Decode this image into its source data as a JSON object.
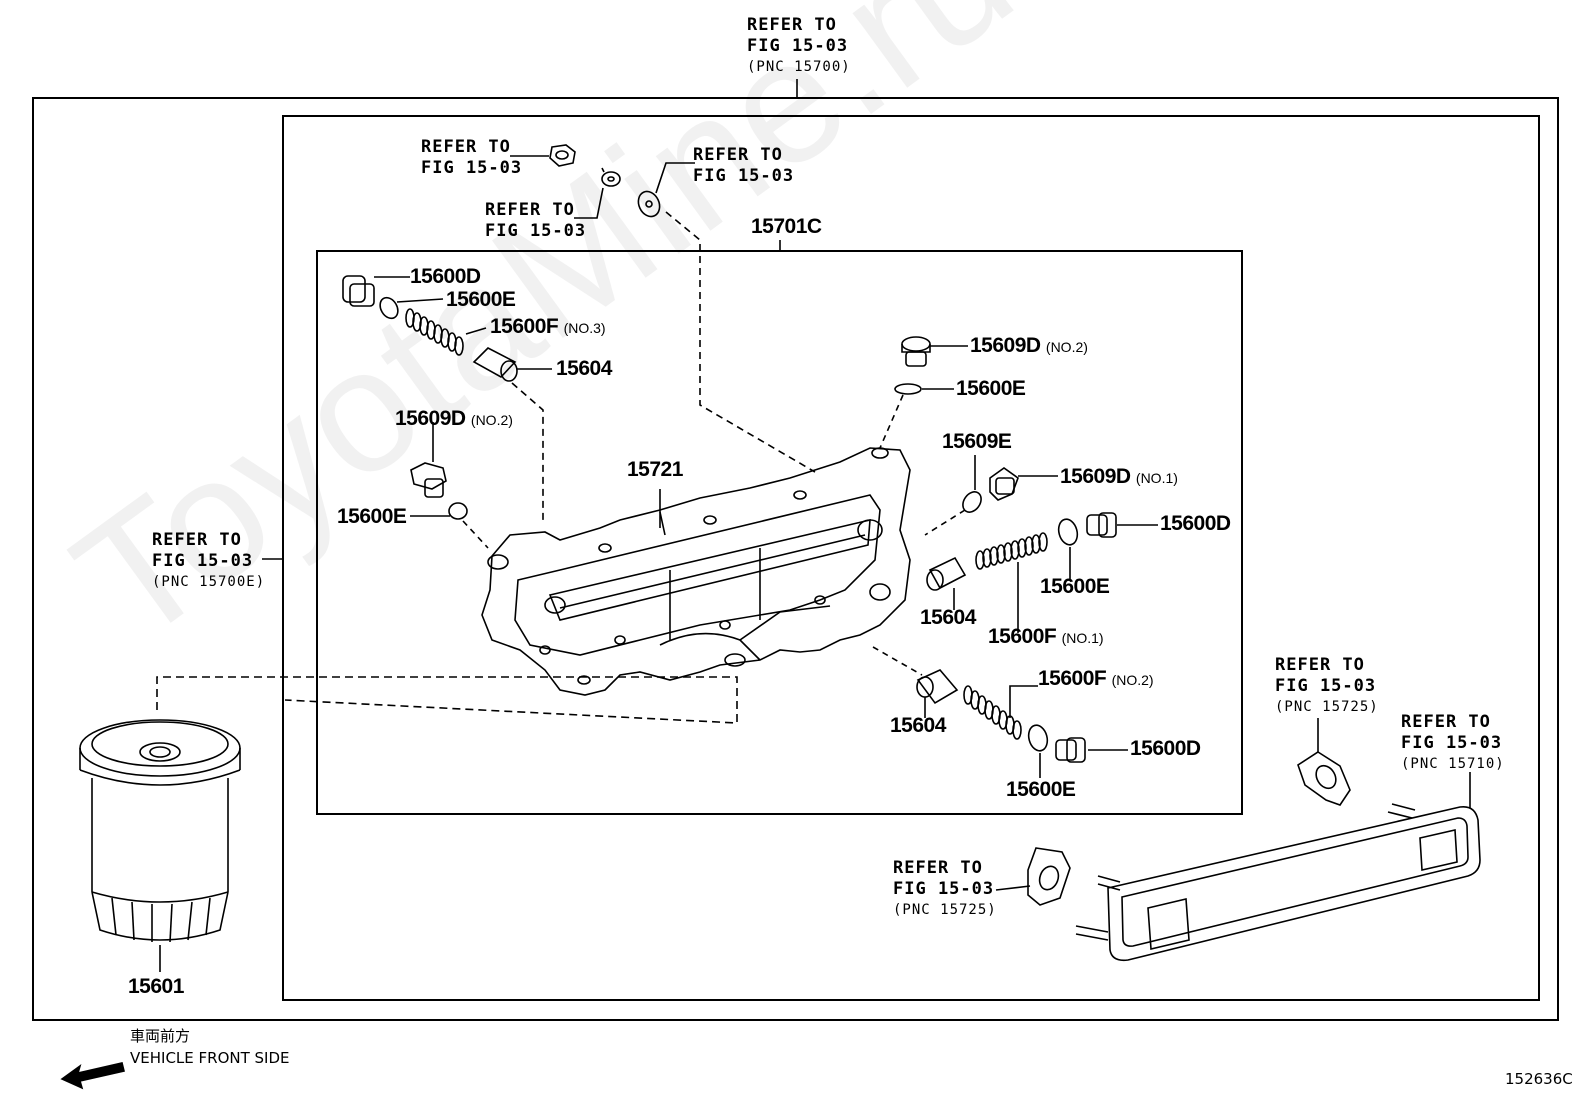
{
  "refs": {
    "top": {
      "line1": "REFER TO",
      "line2": "FIG 15-03",
      "line3": "(PNC 15700)"
    },
    "nut": {
      "line1": "REFER TO",
      "line2": "FIG 15-03"
    },
    "washer_a": {
      "line1": "REFER TO",
      "line2": "FIG 15-03"
    },
    "washer_b": {
      "line1": "REFER TO",
      "line2": "FIG 15-03"
    },
    "left": {
      "line1": "REFER TO",
      "line2": "FIG 15-03",
      "line3": "(PNC 15700E)"
    },
    "gasket_right": {
      "line1": "REFER TO",
      "line2": "FIG 15-03",
      "line3": "(PNC 15725)"
    },
    "cooler": {
      "line1": "REFER TO",
      "line2": "FIG 15-03",
      "line3": "(PNC 15710)"
    },
    "gasket_bottom": {
      "line1": "REFER TO",
      "line2": "FIG 15-03",
      "line3": "(PNC 15725)"
    }
  },
  "parts": {
    "assembly": "15701C",
    "p_15600D_a": "15600D",
    "p_15600E_a": "15600E",
    "p_15600F_a": "15600F",
    "p_15600F_a_note": "(NO.3)",
    "p_15604_a": "15604",
    "p_15609D_a": "15609D",
    "p_15609D_a_note": "(NO.2)",
    "p_15600E_b": "15600E",
    "p_15721": "15721",
    "p_15609D_b": "15609D",
    "p_15609D_b_note": "(NO.2)",
    "p_15600E_c": "15600E",
    "p_15609E": "15609E",
    "p_15609D_c": "15609D",
    "p_15609D_c_note": "(NO.1)",
    "p_15600D_b": "15600D",
    "p_15600E_d": "15600E",
    "p_15604_b": "15604",
    "p_15600F_b": "15600F",
    "p_15600F_b_note": "(NO.1)",
    "p_15604_c": "15604",
    "p_15600F_c": "15600F",
    "p_15600F_c_note": "(NO.2)",
    "p_15600D_c": "15600D",
    "p_15600E_e": "15600E",
    "p_15601": "15601"
  },
  "front": {
    "jp": "車両前方",
    "en": "VEHICLE FRONT SIDE"
  },
  "figure_code": "152636C",
  "watermark": "ToyotaMine.ru"
}
